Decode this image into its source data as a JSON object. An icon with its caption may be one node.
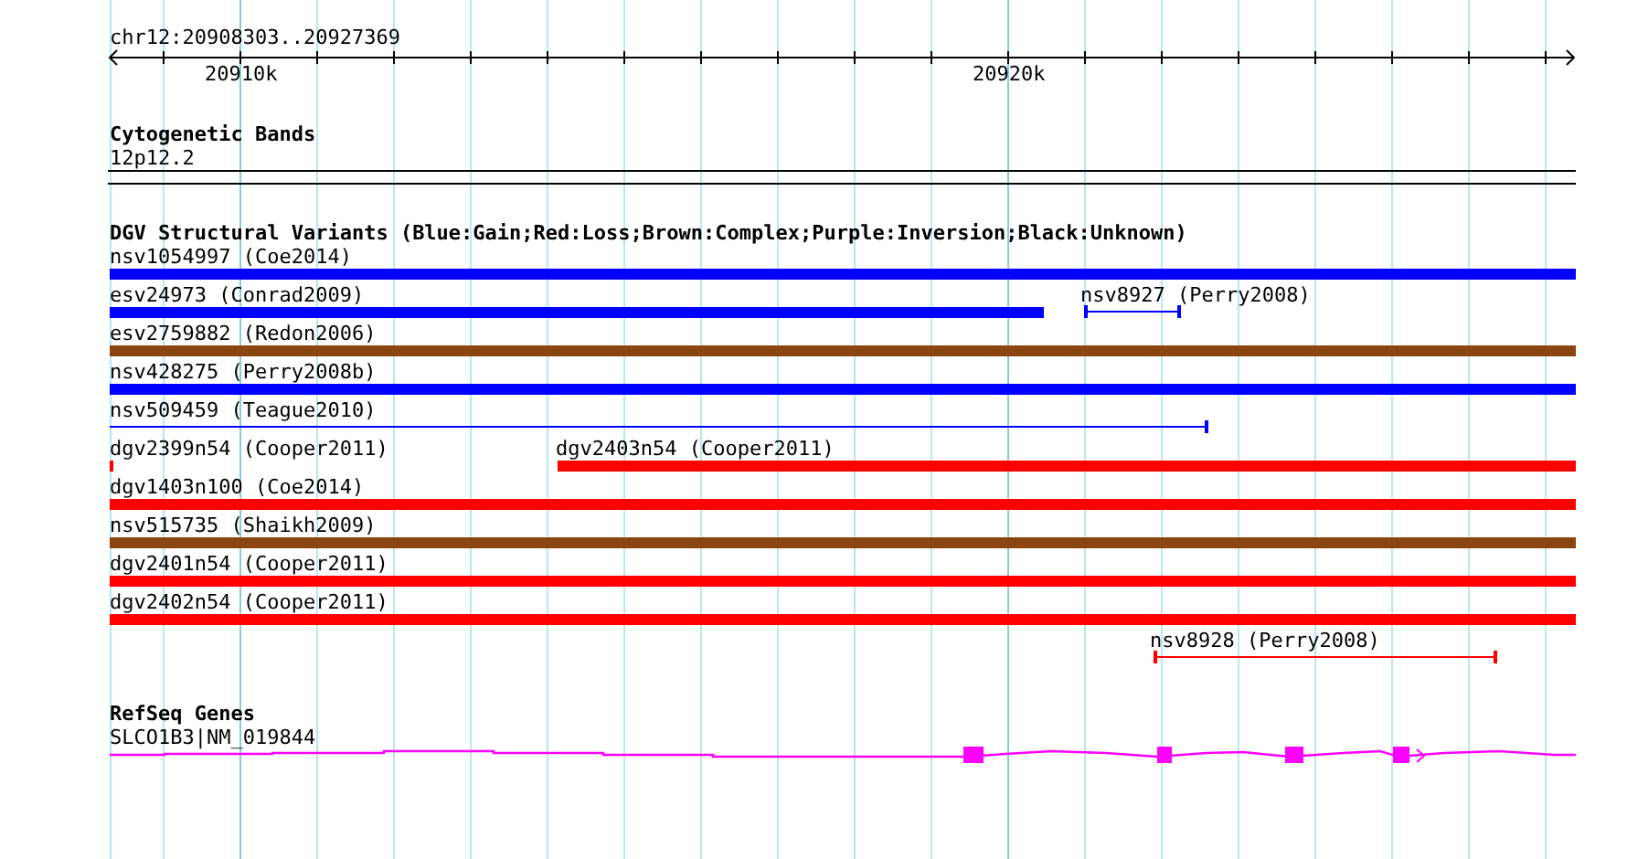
{
  "diagram": {
    "nodes": [
      {
        "text": [
          "nsv1054997 (Coe2014)"
        ]
      },
      {
        "text": [
          "esv24973 (Conrad2009)"
        ]
      },
      {
        "text": [
          "nsv8927 (Perry2008)"
        ]
      },
      {
        "text": [
          "esv2759882 (Redon2006)"
        ]
      },
      {
        "text": [
          "nsv428275 (Perry2008b)"
        ]
      },
      {
        "text": [
          "nsv509459 (Teague2010)"
        ]
      },
      {
        "text": [
          "dgv2399n54 (Cooper2011)"
        ]
      },
      {
        "text": [
          "dgv2403n54 (Cooper2011)"
        ]
      },
      {
        "text": [
          "dgv1403n100 (Coe2014)"
        ]
      },
      {
        "text": [
          "nsv515735 (Shaikh2009)"
        ]
      },
      {
        "text": [
          "dgv2401n54 (Cooper2011)"
        ]
      },
      {
        "text": [
          "dgv2402n54 (Cooper2011)"
        ]
      },
      {
        "text": [
          "nsv8928 (Perry2008)"
        ]
      },
      {
        "text": [
          "SLCO1B3|NM_019844"
        ]
      }
    ],
    "edges": [],
    "labels": [
      "chr12:20908303..20927369",
      "20910k",
      "20920k",
      "Cytogenetic Bands",
      "12p12.2",
      "DGV Structural Variants (Blue:Gain;Red:Loss;Brown:Complex;Purple:Inversion;Black:Unknown)",
      "RefSeq Genes"
    ]
  }
}
